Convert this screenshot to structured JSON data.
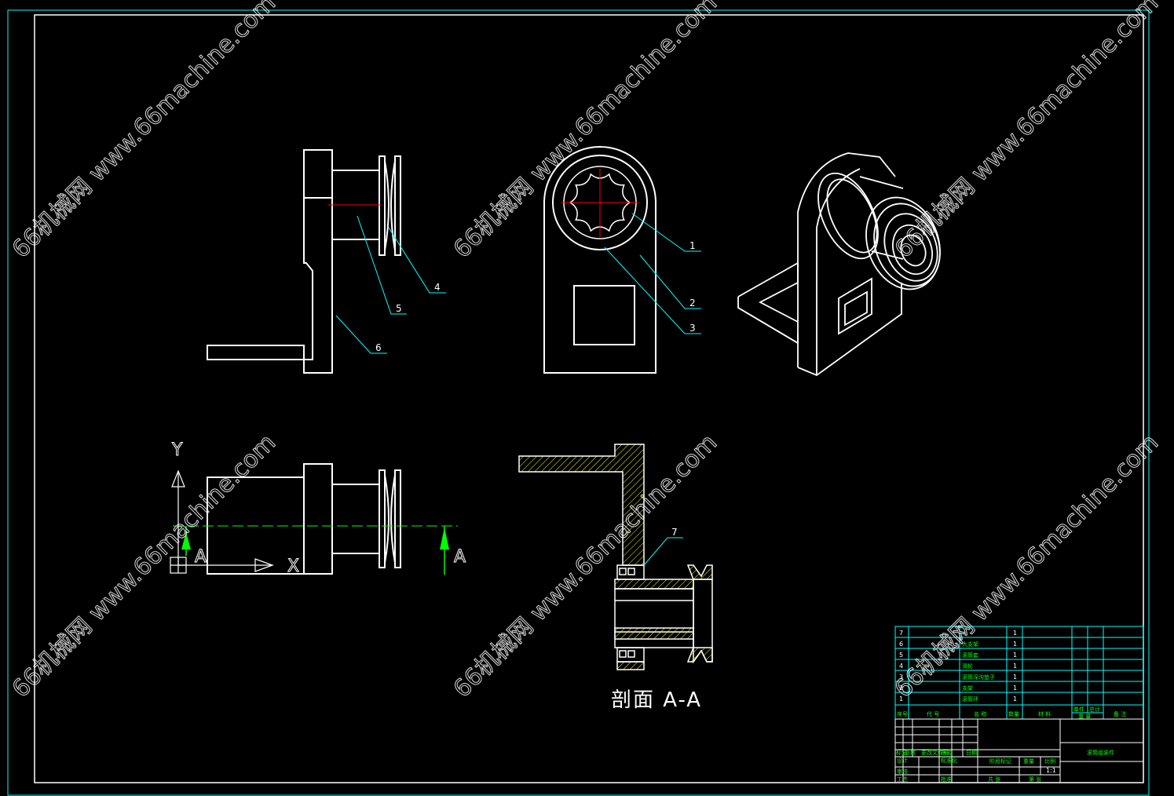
{
  "watermark": "66机械网 www.66machine.com",
  "view_labels": {
    "section_title": "剖面 A-A",
    "axis_x": "X",
    "axis_y": "Y",
    "section_mark": "A"
  },
  "balloons": [
    "1",
    "2",
    "3",
    "4",
    "5",
    "6",
    "7"
  ],
  "parts_list": {
    "rows": [
      {
        "no": "7",
        "name": "",
        "qty": "1"
      },
      {
        "no": "6",
        "name": "大支架",
        "qty": "1"
      },
      {
        "no": "5",
        "name": "滚筒套",
        "qty": "1"
      },
      {
        "no": "4",
        "name": "滑轮",
        "qty": "1"
      },
      {
        "no": "3",
        "name": "滚筒深沟垫子",
        "qty": "1"
      },
      {
        "no": "2",
        "name": "支架",
        "qty": "1"
      },
      {
        "no": "1",
        "name": "滚筒环",
        "qty": "1"
      }
    ],
    "header": {
      "no": "序号",
      "code": "代 号",
      "name": "名 称",
      "qty": "数量",
      "material": "材 料",
      "weight_single": "单件",
      "weight_total": "总计",
      "weight": "重 量",
      "remark": "备 注"
    }
  },
  "title_block": {
    "drawing_title": "滚筒组装件",
    "scale": "1:1",
    "cells": {
      "mark": "标记",
      "count": "处数",
      "change_doc": "更改文件号",
      "signature": "签名",
      "date": "日期",
      "design": "设计",
      "standardize": "标准化",
      "stage_mark": "阶段标记",
      "weight": "重量",
      "scale_label": "比例",
      "review": "审核",
      "process": "工艺",
      "approve": "批准",
      "total_sheets": "共 张",
      "sheet": "第 张"
    }
  },
  "colors": {
    "background": "#000000",
    "lines": "#ffffff",
    "frame": "#00ffff",
    "center_line": "#ff0000",
    "leader": "#00ffff",
    "hatch": "#ffff00",
    "axis_marker": "#00ff00",
    "table_text": "#00ff00"
  }
}
